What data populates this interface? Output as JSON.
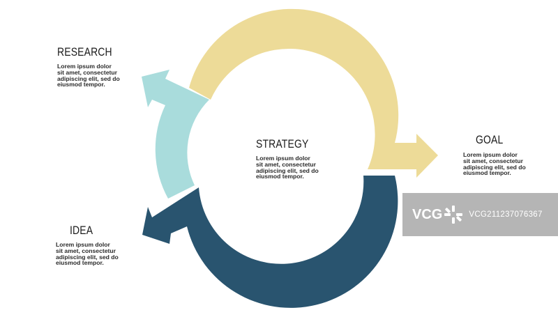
{
  "colors": {
    "research_segment": "#A9DCDC",
    "goal_segment": "#EDDB98",
    "idea_segment": "#29546F",
    "text": "#1B1B1B",
    "background": "#FFFFFF"
  },
  "center": {
    "title": "STRATEGY",
    "text": "Lorem ipsum dolor sit amet, consectetur adipiscing elit, sed do eiusmod tempor."
  },
  "steps": [
    {
      "title": "RESEARCH",
      "text": "Lorem ipsum dolor sit amet, consectetur adipiscing elit, sed do eiusmod tempor."
    },
    {
      "title": "GOAL",
      "text": "Lorem ipsum dolor sit amet, consectetur adipiscing elit, sed do eiusmod tempor."
    },
    {
      "title": "IDEA",
      "text": "Lorem ipsum dolor sit amet, consectetur adipiscing elit, sed do eiusmod tempor."
    }
  ],
  "watermark": {
    "logo": "VCG",
    "code": "VCG21123707636​7"
  }
}
